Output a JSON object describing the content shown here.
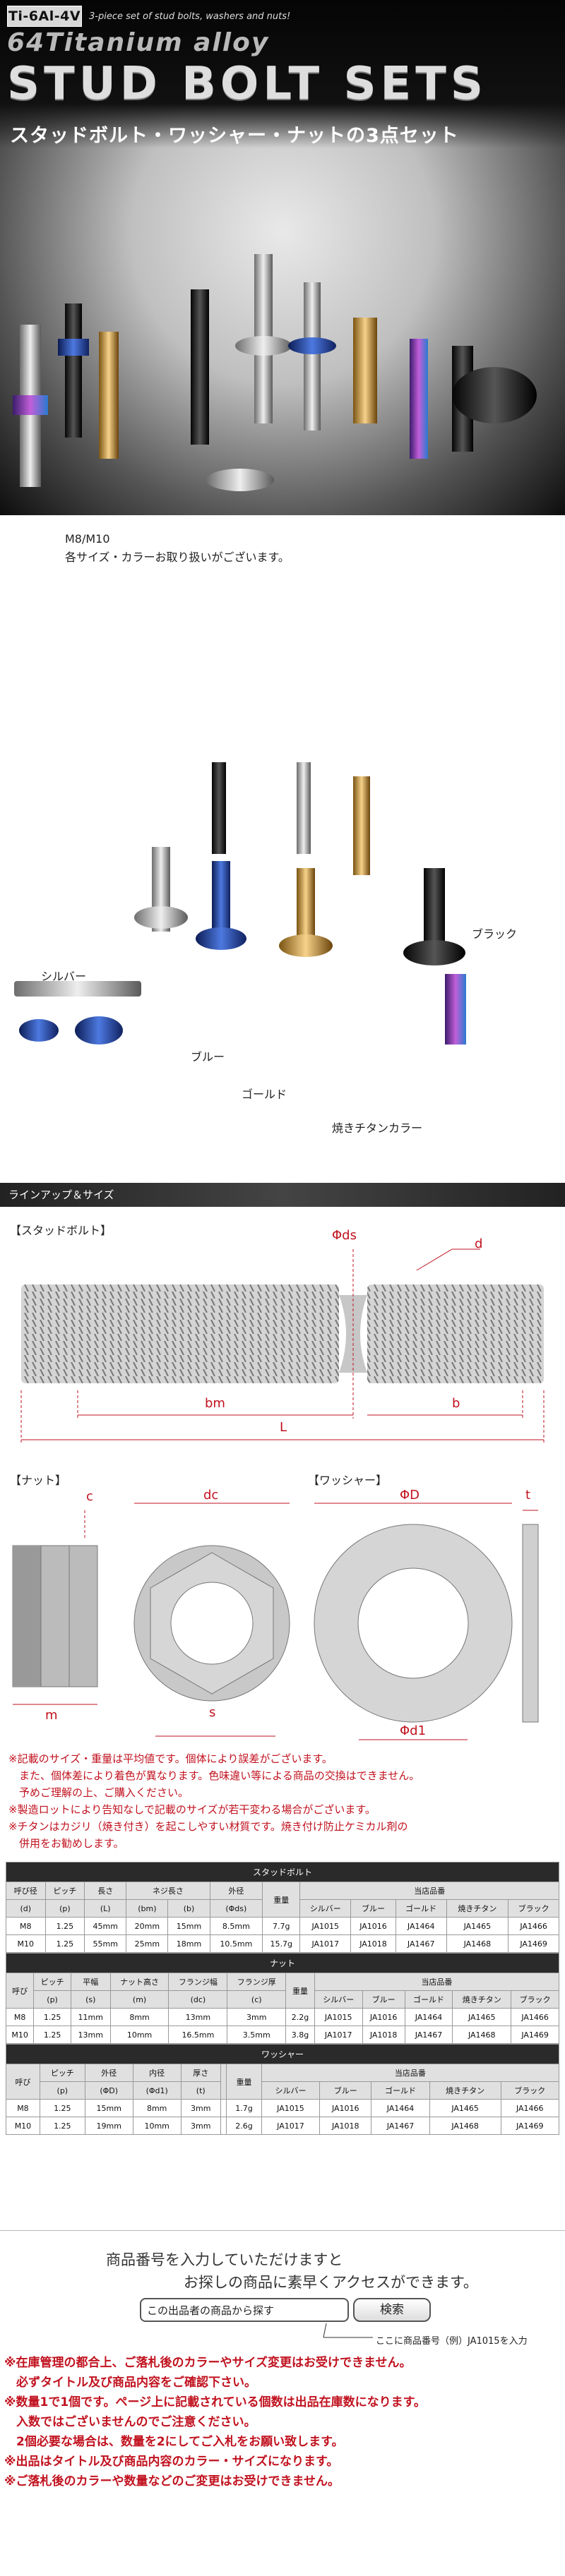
{
  "hero": {
    "alloy_tag": "Ti-6Al-4V",
    "tag_sub": "3-piece set of stud bolts, washers and nuts!",
    "alloy_name": "64Titanium alloy",
    "title": "STUD BOLT SETS",
    "subtitle_jp": "スタッドボルト・ワッシャー・ナットの3点セット"
  },
  "sizes": {
    "line1": "M8/M10",
    "line2": "各サイズ・カラーお取り扱いがございます。"
  },
  "colors": {
    "silver": "シルバー",
    "blue": "ブルー",
    "gold": "ゴールド",
    "burnt": "焼きチタンカラー",
    "black": "ブラック"
  },
  "lineup": {
    "header": "ラインアップ＆サイズ",
    "stud_label": "【スタッドボルト】",
    "nut_label": "【ナット】",
    "washer_label": "【ワッシャー】",
    "dims": {
      "ds": "Φds",
      "d": "d",
      "bm": "bm",
      "b": "b",
      "L": "L",
      "c": "c",
      "dc": "dc",
      "m": "m",
      "s": "s",
      "D": "ΦD",
      "t": "t",
      "d1": "Φd1"
    }
  },
  "notes": [
    "※記載のサイズ・重量は平均値です。個体により誤差がございます。",
    "　また、個体差により着色が異なります。色味違い等による商品の交換はできません。",
    "　予めご理解の上、ご購入ください。",
    "※製造ロットにより告知なしで記載のサイズが若干変わる場合がございます。",
    "※チタンはカジリ（焼き付き）を起こしやすい材質です。焼き付け防止ケミカル剤の",
    "　併用をお勧めします。"
  ],
  "tables": {
    "stud": {
      "title": "スタッドボルト",
      "h1": [
        "呼び径",
        "ピッチ",
        "長さ",
        "ネジ長さ",
        "",
        "外径",
        "重量"
      ],
      "h2": [
        "(d)",
        "(p)",
        "(L)",
        "(bm)",
        "(b)",
        "(Φds)"
      ],
      "part_header": "当店品番",
      "colors": [
        "シルバー",
        "ブルー",
        "ゴールド",
        "焼きチタン",
        "ブラック"
      ],
      "rows": [
        [
          "M8",
          "1.25",
          "45mm",
          "20mm",
          "15mm",
          "8.5mm",
          "7.7g",
          "JA1015",
          "JA1016",
          "JA1464",
          "JA1465",
          "JA1466"
        ],
        [
          "M10",
          "1.25",
          "55mm",
          "25mm",
          "18mm",
          "10.5mm",
          "15.7g",
          "JA1017",
          "JA1018",
          "JA1467",
          "JA1468",
          "JA1469"
        ]
      ]
    },
    "nut": {
      "title": "ナット",
      "h1": [
        "呼び",
        "ピッチ",
        "平幅",
        "ナット高さ",
        "フランジ幅",
        "フランジ厚",
        "重量"
      ],
      "h2": [
        "",
        "(p)",
        "(s)",
        "(m)",
        "(dc)",
        "(c)"
      ],
      "part_header": "当店品番",
      "colors": [
        "シルバー",
        "ブルー",
        "ゴールド",
        "焼きチタン",
        "ブラック"
      ],
      "rows": [
        [
          "M8",
          "1.25",
          "11mm",
          "8mm",
          "13mm",
          "3mm",
          "2.2g",
          "JA1015",
          "JA1016",
          "JA1464",
          "JA1465",
          "JA1466"
        ],
        [
          "M10",
          "1.25",
          "13mm",
          "10mm",
          "16.5mm",
          "3.5mm",
          "3.8g",
          "JA1017",
          "JA1018",
          "JA1467",
          "JA1468",
          "JA1469"
        ]
      ]
    },
    "washer": {
      "title": "ワッシャー",
      "h1": [
        "呼び",
        "ピッチ",
        "外径",
        "内径",
        "厚さ",
        "",
        "重量"
      ],
      "h2": [
        "",
        "(p)",
        "(ΦD)",
        "(Φd1)",
        "(t)"
      ],
      "part_header": "当店品番",
      "colors": [
        "シルバー",
        "ブルー",
        "ゴールド",
        "焼きチタン",
        "ブラック"
      ],
      "rows": [
        [
          "M8",
          "1.25",
          "15mm",
          "8mm",
          "3mm",
          "",
          "1.7g",
          "JA1015",
          "JA1016",
          "JA1464",
          "JA1465",
          "JA1466"
        ],
        [
          "M10",
          "1.25",
          "19mm",
          "10mm",
          "3mm",
          "",
          "2.6g",
          "JA1017",
          "JA1018",
          "JA1467",
          "JA1468",
          "JA1469"
        ]
      ]
    }
  },
  "search": {
    "intro1": "商品番号を入力していただけますと",
    "intro2": "お探しの商品に素早くアクセスができます。",
    "placeholder": "この出品者の商品から探す",
    "button": "検索",
    "hint": "ここに商品番号（例）JA1015を入力"
  },
  "footer_notes": [
    "※在庫管理の都合上、ご落札後のカラーやサイズ変更はお受けできません。",
    "　必ずタイトル及び商品内容をご確認下さい。",
    "※数量1で1個です。ページ上に記載されている個数は出品在庫数になります。",
    "　入数ではございませんのでご注意ください。",
    "　2個必要な場合は、数量を2にしてご入札をお願い致します。",
    "※出品はタイトル及び商品内容のカラー・サイズになります。",
    "※ご落札後のカラーや数量などのご変更はお受けできません。"
  ]
}
